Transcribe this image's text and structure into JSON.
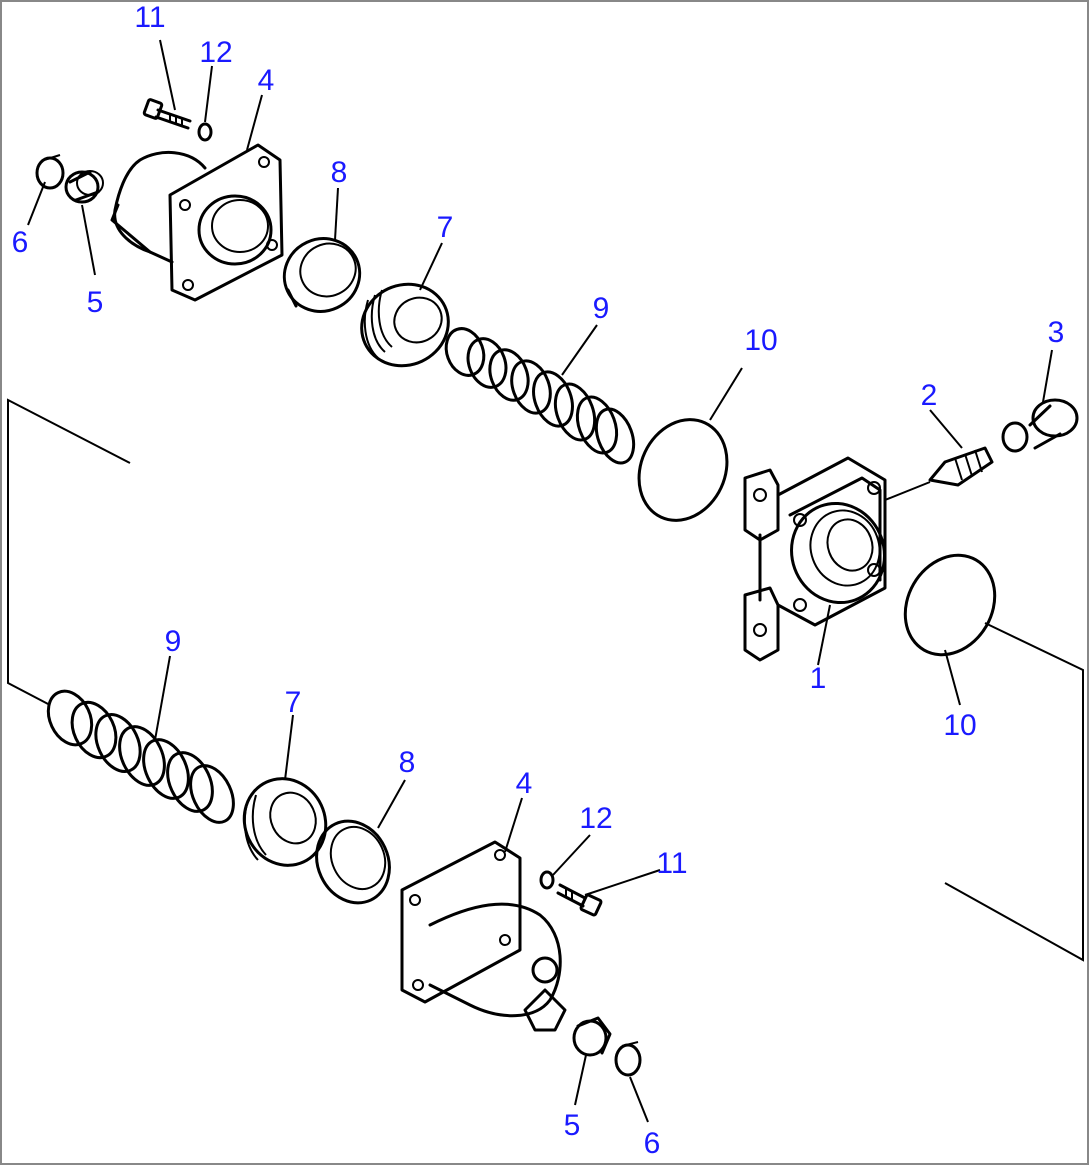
{
  "callouts": {
    "top_11": "11",
    "top_12": "12",
    "top_4": "4",
    "top_6": "6",
    "top_5": "5",
    "top_8": "8",
    "top_7": "7",
    "top_9": "9",
    "top_10": "10",
    "right_3": "3",
    "right_2": "2",
    "right_1": "1",
    "right_10": "10",
    "bot_9": "9",
    "bot_7": "7",
    "bot_8": "8",
    "bot_4": "4",
    "bot_12": "12",
    "bot_11": "11",
    "bot_5": "5",
    "bot_6": "6"
  },
  "colors": {
    "callout": "#1a1aff",
    "line": "#000000",
    "border": "#888888"
  }
}
